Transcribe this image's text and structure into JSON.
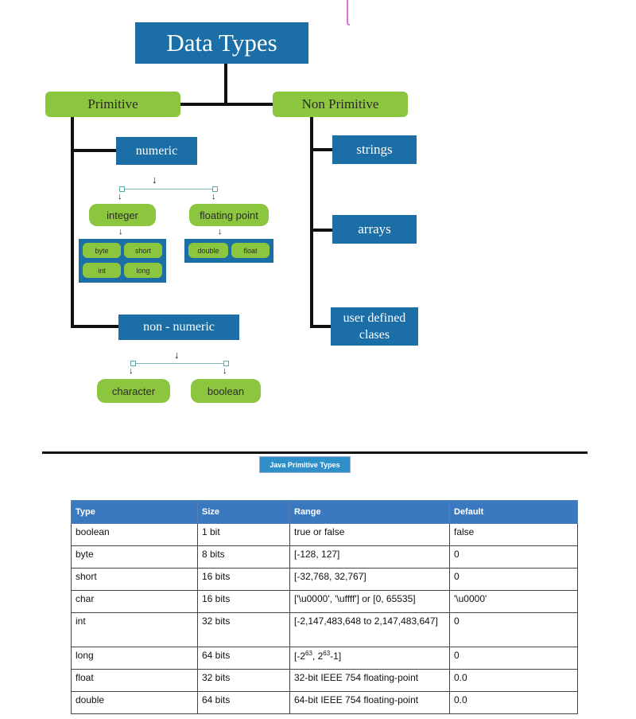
{
  "diagram": {
    "title": "Data Types",
    "primitive": "Primitive",
    "non_primitive": "Non Primitive",
    "numeric": "numeric",
    "integer": "integer",
    "floating_point": "floating point",
    "int_types": [
      "byte",
      "short",
      "int",
      "long"
    ],
    "float_types": [
      "double",
      "float"
    ],
    "non_numeric": "non - numeric",
    "character": "character",
    "boolean": "boolean",
    "strings": "strings",
    "arrays": "arrays",
    "user_defined": "user defined clases"
  },
  "table": {
    "caption": "Java Primitive Types",
    "headers": [
      "Type",
      "Size",
      "Range",
      "Default"
    ],
    "rows": [
      [
        "boolean",
        "1 bit",
        "true or false",
        "false"
      ],
      [
        "byte",
        "8 bits",
        "[-128, 127]",
        "0"
      ],
      [
        "short",
        "16 bits",
        "[-32,768, 32,767]",
        "0"
      ],
      [
        "char",
        "16 bits",
        "['\\u0000', '\\uffff'] or [0, 65535]",
        "'\\u0000'"
      ],
      [
        "int",
        "32 bits",
        "[-2,147,483,648 to 2,147,483,647]",
        "0"
      ],
      [
        "long",
        "64 bits",
        "[-2^63, 2^63-1]",
        "0"
      ],
      [
        "float",
        "32 bits",
        "32-bit IEEE 754 floating-point",
        "0.0"
      ],
      [
        "double",
        "64 bits",
        "64-bit IEEE 754 floating-point",
        "0.0"
      ]
    ]
  },
  "colors": {
    "blue_box": "#1b6ea6",
    "green_box": "#8cc63f",
    "table_header": "#3a78c0"
  }
}
